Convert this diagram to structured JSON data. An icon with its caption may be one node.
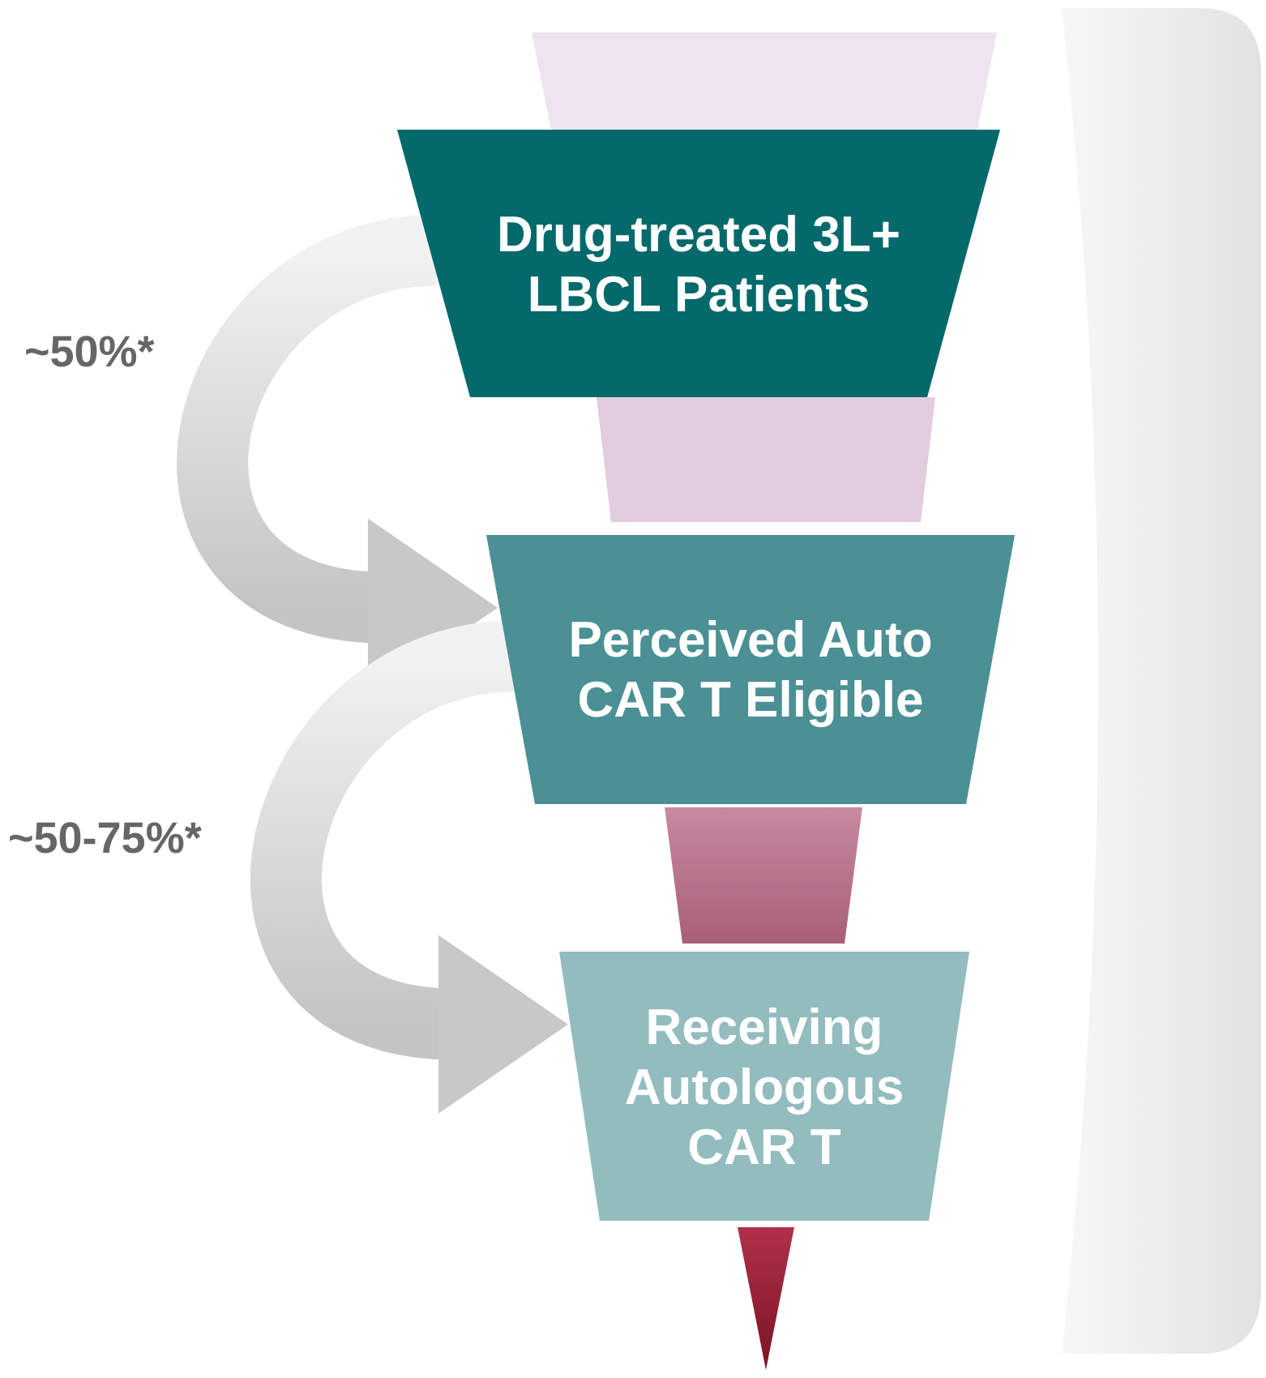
{
  "diagram": {
    "nodes": [
      {
        "text": [],
        "shape": "trapezoid"
      },
      {
        "text": [
          "Drug-treated 3L+ LBCL Patients"
        ]
      },
      {
        "text": [],
        "shape": "trapezoid"
      },
      {
        "text": [
          "Perceived Auto CAR T Eligible"
        ]
      },
      {
        "text": [],
        "shape": "trapezoid"
      },
      {
        "text": [
          "Receiving Autologous CAR T"
        ]
      },
      {
        "text": [],
        "shape": "triangle"
      }
    ],
    "edges": [
      {
        "from": 1,
        "to": 3,
        "arrow": "to",
        "label": "~50%*"
      },
      {
        "from": 3,
        "to": 5,
        "arrow": "to",
        "label": "~50-75%*"
      }
    ]
  }
}
